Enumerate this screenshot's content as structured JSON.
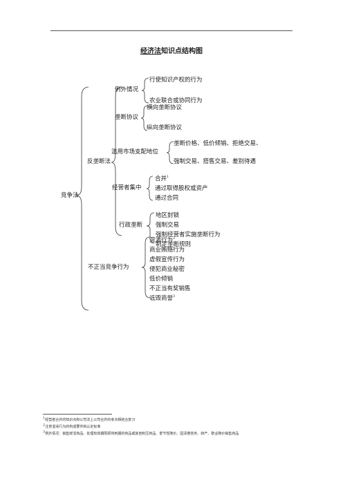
{
  "title": {
    "underlined": "经济法",
    "rest": "知识点结构图"
  },
  "tree": {
    "root": "竞争法",
    "antitrust": {
      "label": "反垄断法",
      "exception": {
        "label": "例外情况",
        "items": [
          "行使知识产权的行为",
          "农业联合或协同行为"
        ]
      },
      "monopoly_agreement": {
        "label": "垄断协议",
        "items": [
          "横向垄断协议",
          "纵向垄断协议"
        ]
      },
      "dominance": {
        "label": "滥用市场支配地位",
        "items": [
          "垄断价格、低价倾销、拒绝交易、",
          "强制交易、搭售交易、差别待遇"
        ]
      },
      "concentration": {
        "label": "经营者集中",
        "items": [
          "合并",
          "通过取得股权或资产",
          "通过合同"
        ],
        "sup0": "1"
      },
      "administrative": {
        "label": "行政垄断",
        "items": [
          "地区封锁",
          "强制交易",
          "强制经营者实施垄断行为",
          "制定垄断规则"
        ]
      }
    },
    "unfair": {
      "label": "不正当竞争行为",
      "items": [
        "混淆行为",
        "商业贿赂行为",
        "虚假宣传行为",
        "侵犯商业秘密",
        "低价倾销",
        "不正当有奖销售",
        "诋毁商誉"
      ],
      "sup0": "2",
      "sup6": "3"
    }
  },
  "footnotes": [
    {
      "mark": "1",
      "text": "经营者合并的知识点和公司法上公司合并的考点相结合复习"
    },
    {
      "mark": "2",
      "text": "注意混淆行为的构成要件和认定标准"
    },
    {
      "mark": "3",
      "text": "例外情况：销售鲜活商品、处理有效期限即将到期的商品或其他积压商品、季节性降价、因清偿债务、转产、歇业降价销售商品"
    }
  ]
}
